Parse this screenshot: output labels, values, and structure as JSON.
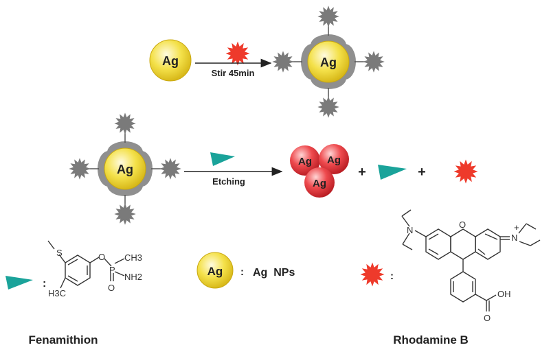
{
  "particle_label": "Ag",
  "step1": {
    "condition": "Stir 45min"
  },
  "step2": {
    "condition": "Etching",
    "plus": "+"
  },
  "legend": {
    "separator": ":",
    "ag_text": "Ag  NPs",
    "fenamithion_name": "Fenamithion",
    "rhodamine_name": "Rhodamine B"
  },
  "fenamithion_atoms": {
    "s": "S",
    "o": "O",
    "p": "P",
    "ch3": "CH3",
    "nh2": "NH2",
    "h3c": "H3C",
    "o_db": "O"
  },
  "rhodamine_atoms": {
    "n_left": "N",
    "o_ring": "O",
    "n_plus": "N",
    "charge": "+",
    "cooh": "OH",
    "c_o": "O"
  },
  "colors": {
    "ag_yellow": "#f4e14a",
    "ag_red": "#e8333a",
    "shell_gray": "#8f8f8f",
    "dye_red": "#ee3a2b",
    "pesticide_teal": "#1aa39a"
  }
}
